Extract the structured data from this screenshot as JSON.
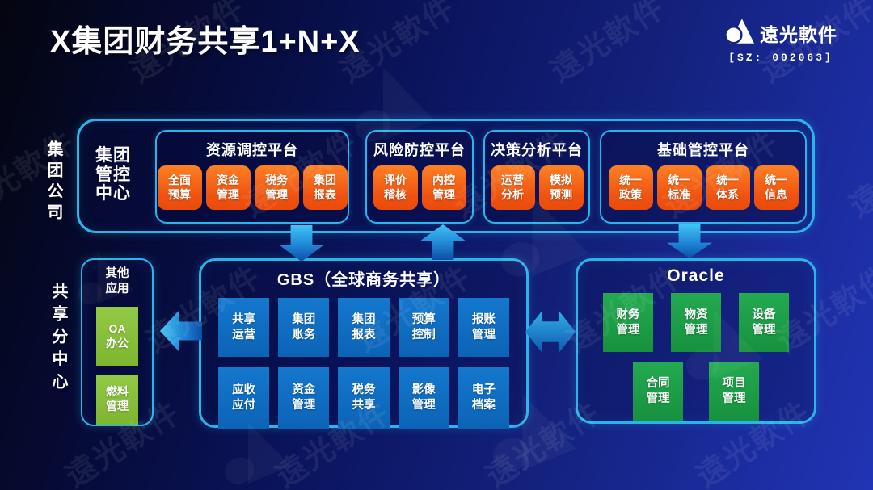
{
  "title": "X集团财务共享1+N+X",
  "logo": {
    "name": "遠光軟件",
    "stock": "[SZ: 002063]"
  },
  "watermark": {
    "text": "遠光軟件"
  },
  "colors": {
    "accent_cyan": "#2ab4ea",
    "tile_orange": "#f25c12",
    "tile_blue": "#0f70c4",
    "tile_green": "#1fa24c",
    "tile_light_green": "#8dc63f"
  },
  "left_labels": {
    "group_company": "集团公司",
    "shared_center": "共享分中心"
  },
  "group_control_center": {
    "label": "集团\n管控\n中心",
    "platforms": [
      {
        "title": "资源调控平台",
        "items": [
          "全面\n预算",
          "资金\n管理",
          "税务\n管理",
          "集团\n报表"
        ]
      },
      {
        "title": "风险防控平台",
        "items": [
          "评价\n稽核",
          "内控\n管理"
        ]
      },
      {
        "title": "决策分析平台",
        "items": [
          "运营\n分析",
          "模拟\n预测"
        ]
      },
      {
        "title": "基础管控平台",
        "items": [
          "统一\n政策",
          "统一\n标准",
          "统一\n体系",
          "统一\n信息"
        ]
      }
    ]
  },
  "other_apps": {
    "title": "其他\n应用",
    "items": [
      "OA\n办公",
      "燃料\n管理"
    ]
  },
  "gbs": {
    "title": "GBS（全球商务共享）",
    "row1": [
      "共享\n运营",
      "集团\n账务",
      "集团\n报表",
      "预算\n控制",
      "报账\n管理"
    ],
    "row2": [
      "应收\n应付",
      "资金\n管理",
      "税务\n共享",
      "影像\n管理",
      "电子\n档案"
    ]
  },
  "oracle": {
    "title": "Oracle",
    "row1": [
      "财务\n管理",
      "物资\n管理",
      "设备\n管理"
    ],
    "row2": [
      "合同\n管理",
      "项目\n管理"
    ]
  }
}
